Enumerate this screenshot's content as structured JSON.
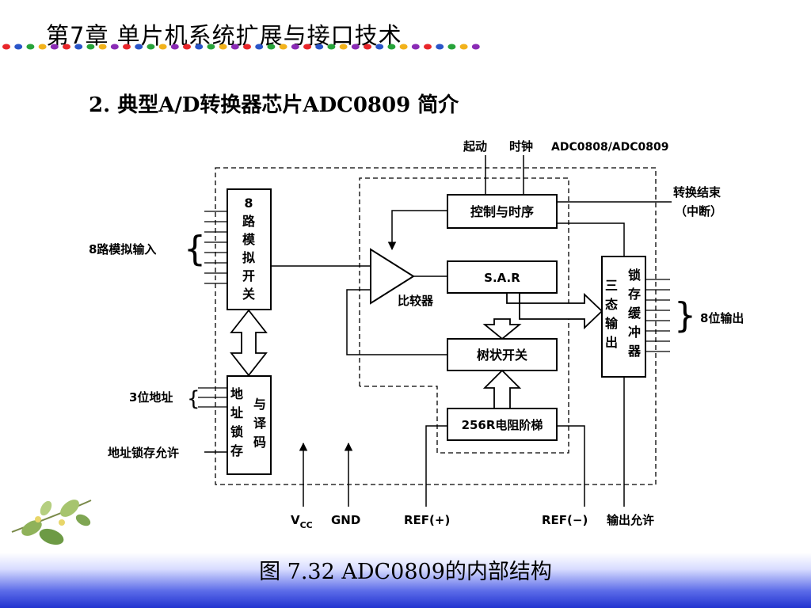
{
  "header": {
    "chapter_title": "第7章  单片机系统扩展与接口技术",
    "dot_colors": [
      "#e8262a",
      "#2a55c8",
      "#27a33a",
      "#f2b21b",
      "#8a2bb5"
    ]
  },
  "section": {
    "heading": "2. 典型A/D转换器芯片ADC0809 简介"
  },
  "diagram": {
    "top_labels": {
      "start": "起动",
      "clock": "时钟",
      "chip_name": "ADC0808/ADC0809"
    },
    "eoc_label": {
      "line1": "转换结束",
      "line2": "（中断）"
    },
    "analog_inputs_label": "8路模拟输入",
    "mux_chars": [
      "8",
      "路",
      "模",
      "拟",
      "开",
      "关"
    ],
    "addr_latch_chars": [
      "地",
      "址",
      "锁",
      "存"
    ],
    "decoder_chars": [
      "与",
      "译",
      "码"
    ],
    "addr_bits_label": "3位地址",
    "ale_label": "地址锁存允许",
    "control_timing_label": "控制与时序",
    "sar_label": "S.A.R",
    "comparator_label": "比较器",
    "tree_switch_label": "树状开关",
    "ladder_label": "256R电阻阶梯",
    "tristate_chars": [
      "三",
      "态",
      "输",
      "出"
    ],
    "latch_buffer_chars": [
      "锁",
      "存",
      "缓",
      "冲",
      "器"
    ],
    "output_label": "8位输出",
    "bottom_labels": {
      "vcc": "V",
      "vcc_sub": "CC",
      "gnd": "GND",
      "ref_pos": "REF(+)",
      "ref_neg": "REF(−)",
      "output_enable": "输出允许"
    }
  },
  "footer": {
    "caption": "图 7.32 ADC0809的内部结构"
  }
}
